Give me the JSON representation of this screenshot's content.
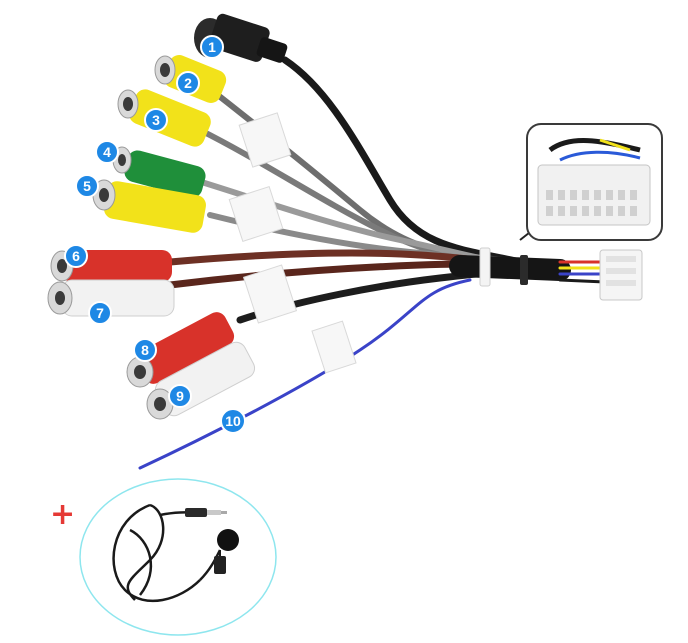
{
  "badges": [
    {
      "label": "1"
    },
    {
      "label": "2"
    },
    {
      "label": "3"
    },
    {
      "label": "4"
    },
    {
      "label": "5"
    },
    {
      "label": "6"
    },
    {
      "label": "7"
    },
    {
      "label": "8"
    },
    {
      "label": "9"
    },
    {
      "label": "10"
    }
  ],
  "accessory": {
    "plus_symbol": "+"
  },
  "colors": {
    "badge": "#1e88e5",
    "plus": "#e53935",
    "circle_outline": "#8ee6ee",
    "yellow_plug": "#f2e21a",
    "green_plug": "#1f8f3a",
    "red_plug": "#d8322a",
    "white_plug": "#f2f2f2",
    "blue_wire": "#3a43c8"
  }
}
